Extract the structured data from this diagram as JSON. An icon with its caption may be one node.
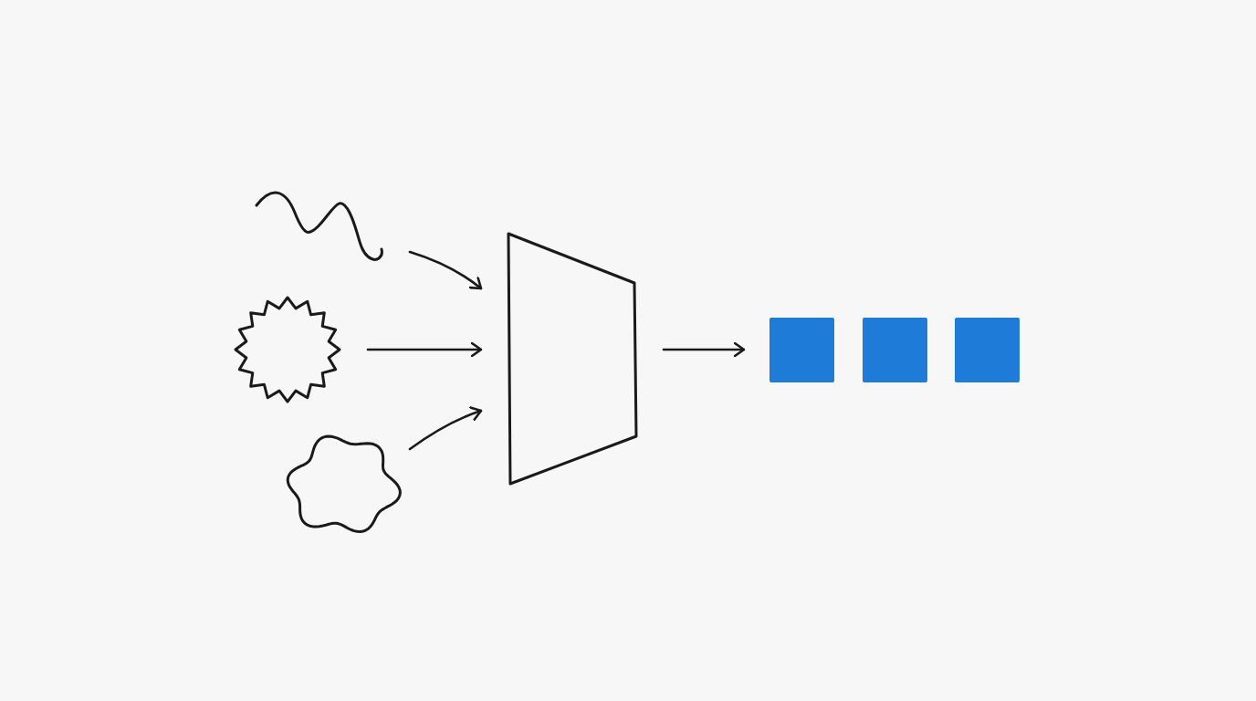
{
  "diagram": {
    "nodes": [
      {
        "text": [],
        "shape": "wave"
      },
      {
        "text": [],
        "shape": "star"
      },
      {
        "text": [],
        "shape": "blob"
      },
      {
        "text": [],
        "shape": "trapezoid"
      },
      {
        "text": [],
        "shape": "box"
      },
      {
        "text": [],
        "shape": "box"
      },
      {
        "text": [],
        "shape": "box"
      }
    ],
    "edges": [
      {
        "from": 0,
        "to": 3,
        "arrow": "to"
      },
      {
        "from": 1,
        "to": 3,
        "arrow": "to"
      },
      {
        "from": 2,
        "to": 3,
        "arrow": "to"
      },
      {
        "from": 3,
        "to": 4,
        "arrow": "to"
      }
    ]
  }
}
